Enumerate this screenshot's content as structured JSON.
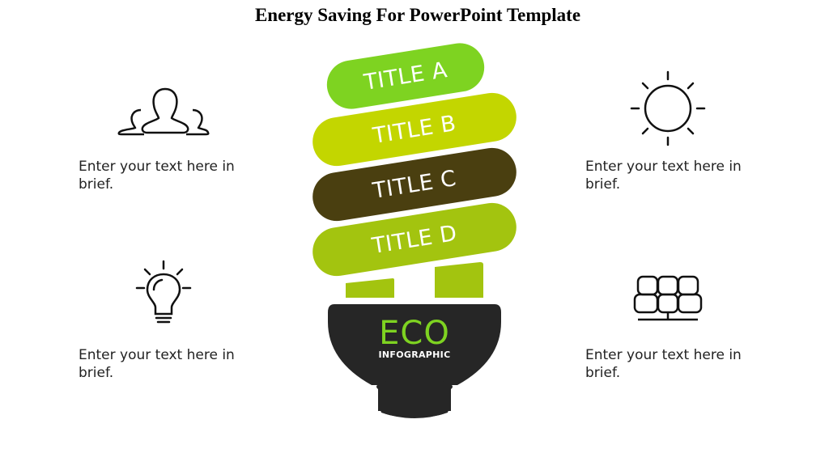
{
  "slide": {
    "title": "Energy Saving For PowerPoint Template"
  },
  "bulb": {
    "pills": [
      {
        "label": "TITLE A",
        "color": "#7ed321"
      },
      {
        "label": "TITLE B",
        "color": "#c3d600"
      },
      {
        "label": "TITLE C",
        "color": "#4a3f10"
      },
      {
        "label": "TITLE D",
        "color": "#a3c40f"
      }
    ],
    "leg_color": "#a3c40f",
    "base_color": "#262626",
    "base_title": "ECO",
    "base_subtitle": "INFOGRAPHIC",
    "accent": "#7ed321"
  },
  "items": [
    {
      "icon": "people-icon",
      "text": "Enter your text here in brief."
    },
    {
      "icon": "lightbulb-icon",
      "text": "Enter your text here in brief."
    },
    {
      "icon": "sun-icon",
      "text": "Enter your text here in brief."
    },
    {
      "icon": "solar-panel-icon",
      "text": "Enter your text here in brief."
    }
  ]
}
